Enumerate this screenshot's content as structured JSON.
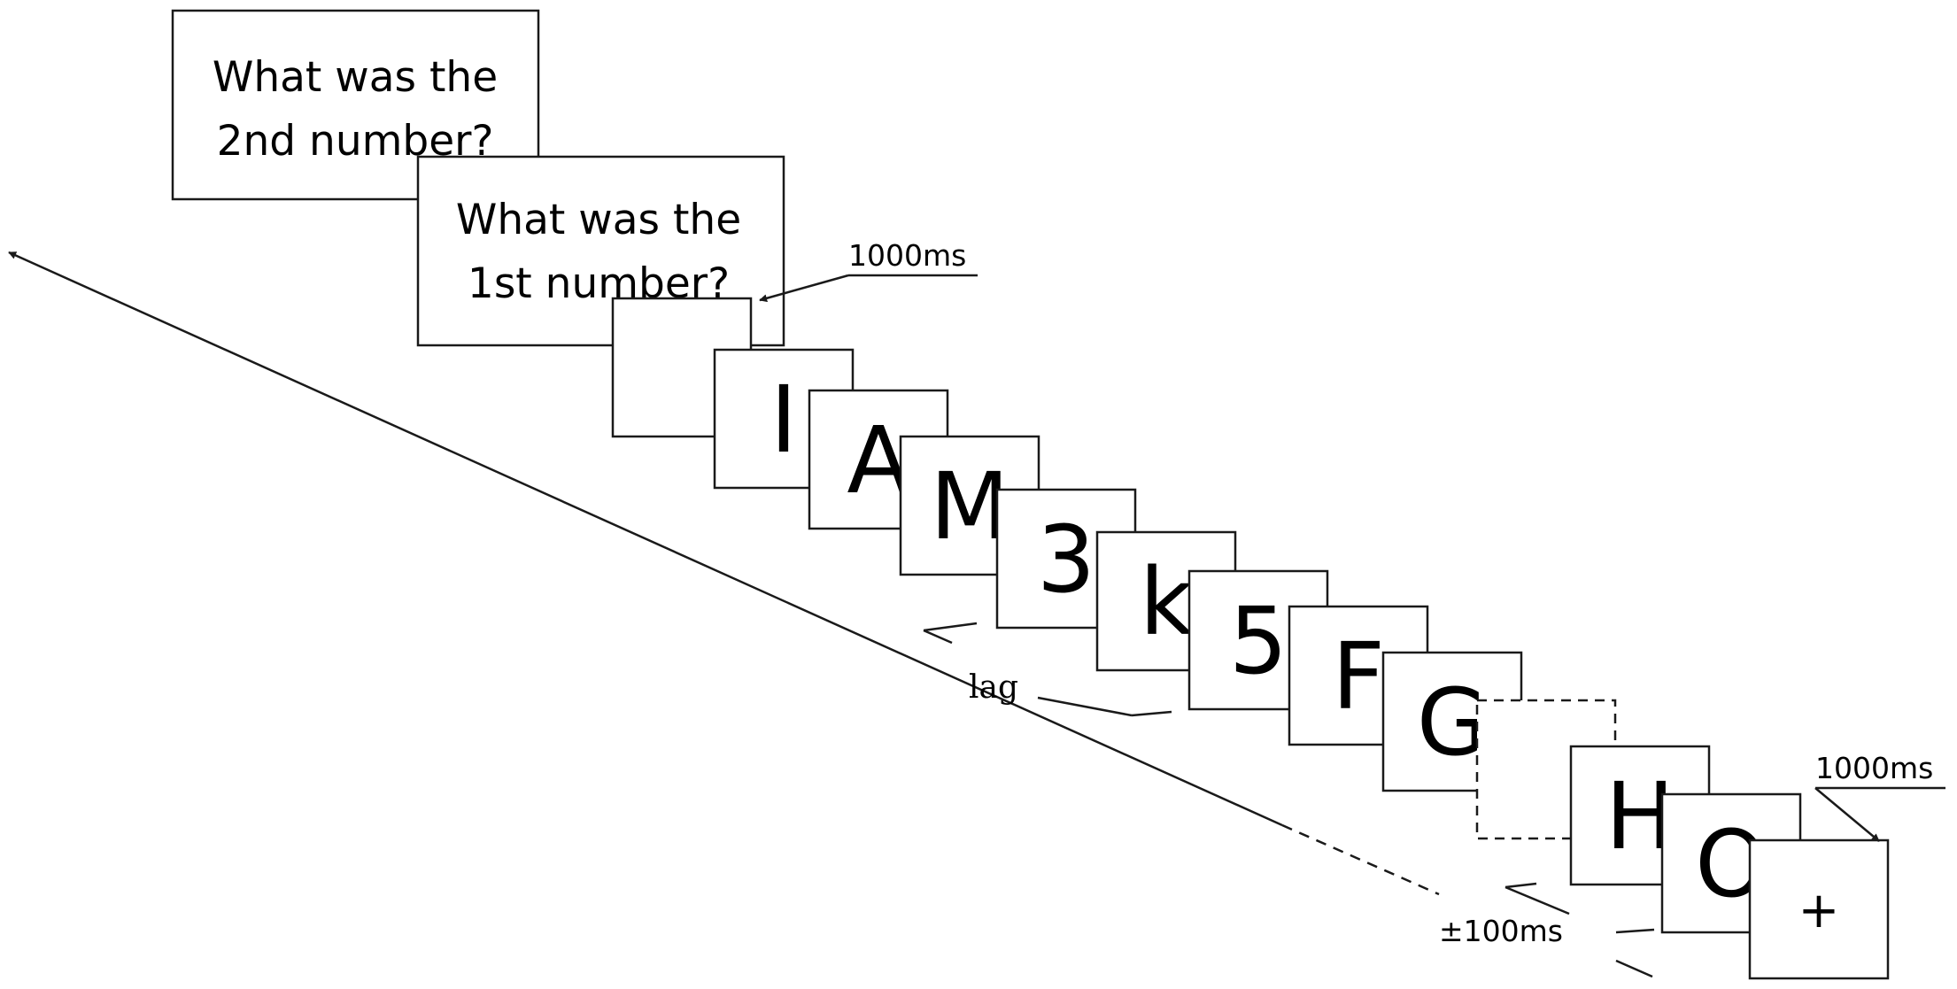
{
  "questions": [
    {
      "line1": "What was the",
      "line2": "2nd number?"
    },
    {
      "line1": "What was the",
      "line2": "1st number?"
    }
  ],
  "frames": [
    {
      "symbol": "",
      "outline": "solid"
    },
    {
      "symbol": "I",
      "outline": "solid"
    },
    {
      "symbol": "A",
      "outline": "solid"
    },
    {
      "symbol": "M",
      "outline": "solid"
    },
    {
      "symbol": "3",
      "outline": "solid"
    },
    {
      "symbol": "k",
      "outline": "solid"
    },
    {
      "symbol": "5",
      "outline": "solid"
    },
    {
      "symbol": "F",
      "outline": "solid"
    },
    {
      "symbol": "G",
      "outline": "solid"
    },
    {
      "symbol": "",
      "outline": "dashed"
    },
    {
      "symbol": "H",
      "outline": "solid"
    },
    {
      "symbol": "O",
      "outline": "solid"
    },
    {
      "symbol": "+",
      "outline": "solid"
    }
  ],
  "labels": {
    "timing_top": "1000ms",
    "timing_bottom_right": "1000ms",
    "lag": "lag",
    "stimulus_duration": "±100ms"
  },
  "colors": {
    "stroke": "#1a1a1a",
    "text": "#000000",
    "background": "#ffffff"
  }
}
